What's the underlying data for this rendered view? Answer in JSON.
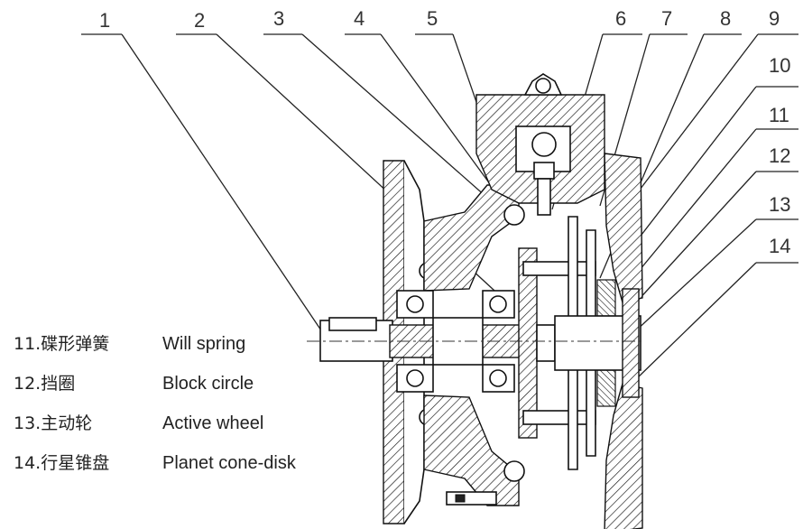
{
  "callouts": [
    "1",
    "2",
    "3",
    "4",
    "5",
    "6",
    "7",
    "8",
    "9",
    "10",
    "11",
    "12",
    "13",
    "14"
  ],
  "legend": [
    {
      "label": "11.碟形弹簧",
      "english": "Will spring"
    },
    {
      "label": "12.挡圈",
      "english": "Block circle"
    },
    {
      "label": "13.主动轮",
      "english": "Active wheel"
    },
    {
      "label": "14.行星锥盘",
      "english": "Planet cone-disk"
    }
  ]
}
